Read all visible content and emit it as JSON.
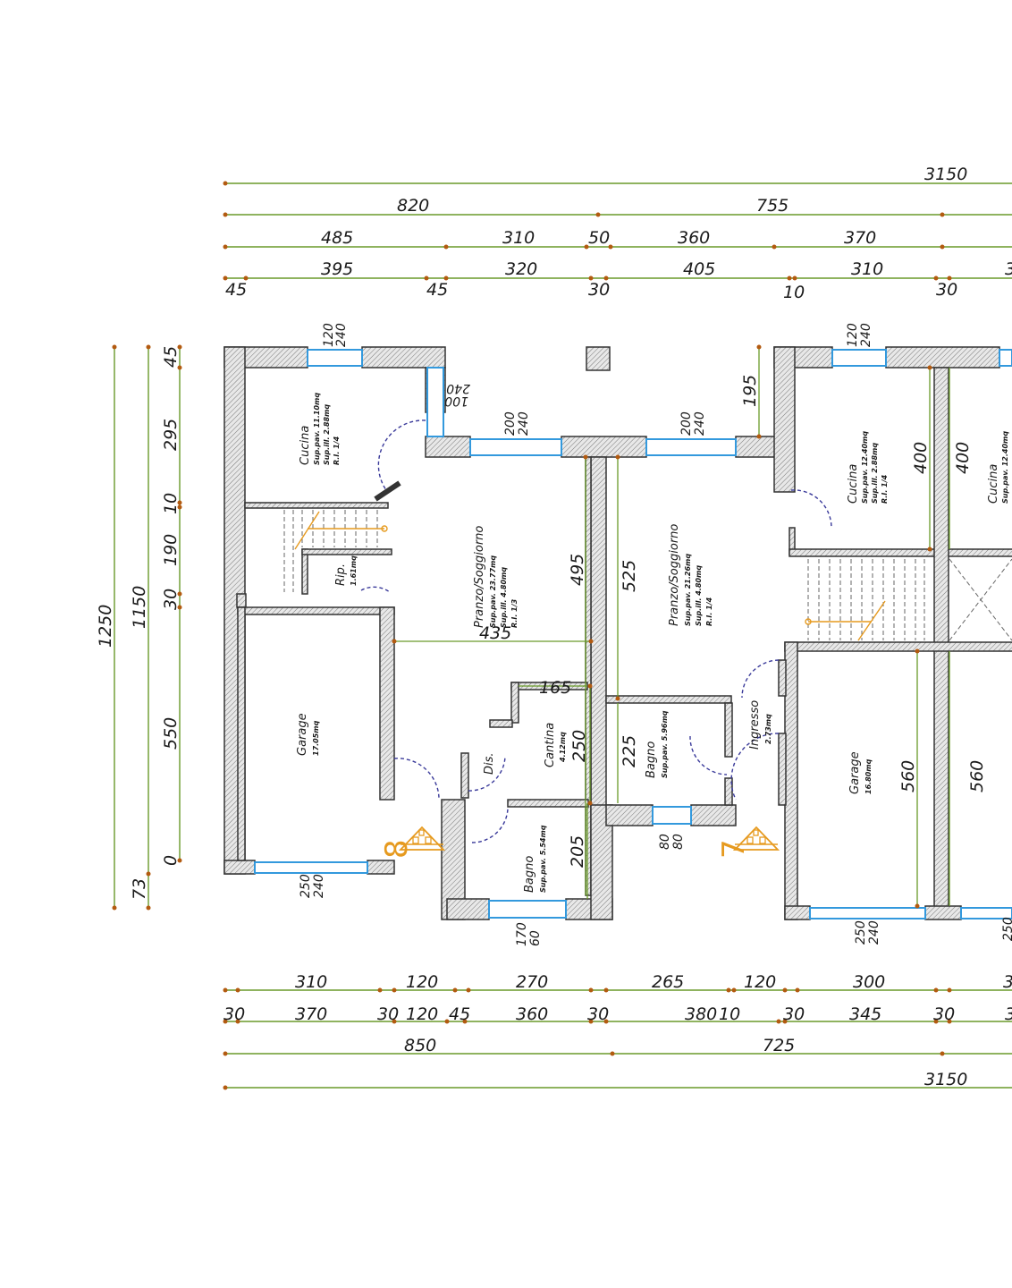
{
  "dims_top": {
    "row1": [
      "3150"
    ],
    "row2": [
      "820",
      "755"
    ],
    "row3": [
      "485",
      "310",
      "50",
      "360",
      "370"
    ],
    "row4": [
      "395",
      "320",
      "405",
      "310",
      "3"
    ],
    "row4_small": [
      "45",
      "45",
      "30",
      "10",
      "30"
    ]
  },
  "dims_bottom": {
    "row1": [
      "310",
      "120",
      "270",
      "265",
      "120",
      "300",
      "3"
    ],
    "row2": [
      "30",
      "370",
      "30",
      "120",
      "45",
      "360",
      "30",
      "380",
      "10",
      "30",
      "345",
      "30",
      "3"
    ],
    "row3": [
      "850",
      "725"
    ],
    "row4": [
      "3150"
    ]
  },
  "dims_left": {
    "col1": [
      "1250"
    ],
    "col2": [
      "1150",
      "73"
    ],
    "col3": [
      "45",
      "295",
      "10",
      "190",
      "30",
      "550",
      "0"
    ]
  },
  "windows": {
    "w1": [
      "120",
      "240"
    ],
    "w2": [
      "100",
      "240"
    ],
    "w3": [
      "200",
      "240"
    ],
    "w4": [
      "200",
      "240"
    ],
    "w5": [
      "120",
      "240"
    ],
    "w6": [
      "250",
      "240"
    ],
    "w7": [
      "170",
      "60"
    ],
    "w8": [
      "80",
      "80"
    ],
    "w9": [
      "250",
      "240"
    ],
    "w10": "250"
  },
  "inner_dims": {
    "d195": "195",
    "d495": "495",
    "d525": "525",
    "d435": "435",
    "d165": "165",
    "d250": "250",
    "d225": "225",
    "d205": "205",
    "d400a": "400",
    "d400b": "400",
    "d560a": "560",
    "d560b": "560"
  },
  "rooms": {
    "cucina1": {
      "name": "Cucina",
      "l1": "Sup.pav. 11.10mq",
      "l2": "Sup.ill. 2.88mq",
      "l3": "R.I. 1/4"
    },
    "rip": {
      "name": "Rip.",
      "l1": "1.61mq"
    },
    "pranzo1": {
      "name": "Pranzo/Soggiorno",
      "l1": "Sup.pav. 23.77mq",
      "l2": "Sup.ill. 4.80mq",
      "l3": "R.I. 1/3"
    },
    "garage1": {
      "name": "Garage",
      "l1": "17.05mq"
    },
    "dis": {
      "name": "Dis."
    },
    "cantina": {
      "name": "Cantina",
      "l1": "4.12mq"
    },
    "bagno1": {
      "name": "Bagno",
      "l1": "Sup.pav. 5.54mq"
    },
    "pranzo2": {
      "name": "Pranzo/Soggiorno",
      "l1": "Sup.pav. 21.26mq",
      "l2": "Sup.ill. 4.80mq",
      "l3": "R.I. 1/4"
    },
    "bagno2": {
      "name": "Bagno",
      "l1": "Sup.pav. 5.96mq"
    },
    "ingresso": {
      "name": "Ingresso",
      "l1": "2.73mq"
    },
    "cucina2": {
      "name": "Cucina",
      "l1": "Sup.pav. 12.40mq",
      "l2": "Sup.ill. 2.88mq",
      "l3": "R.I. 1/4"
    },
    "cucina3": {
      "name": "Cucina",
      "l1": "Sup.pav. 12.40mq"
    },
    "garage2": {
      "name": "Garage",
      "l1": "16.80mq"
    }
  },
  "units": {
    "u8": "8",
    "u7": "7"
  },
  "colors": {
    "dimension_line": "#6a9a2a",
    "dimension_mark": "#b35a10",
    "window": "#3399dd",
    "door_swing": "#3a3a9a",
    "unit_number": "#e69a1f"
  }
}
